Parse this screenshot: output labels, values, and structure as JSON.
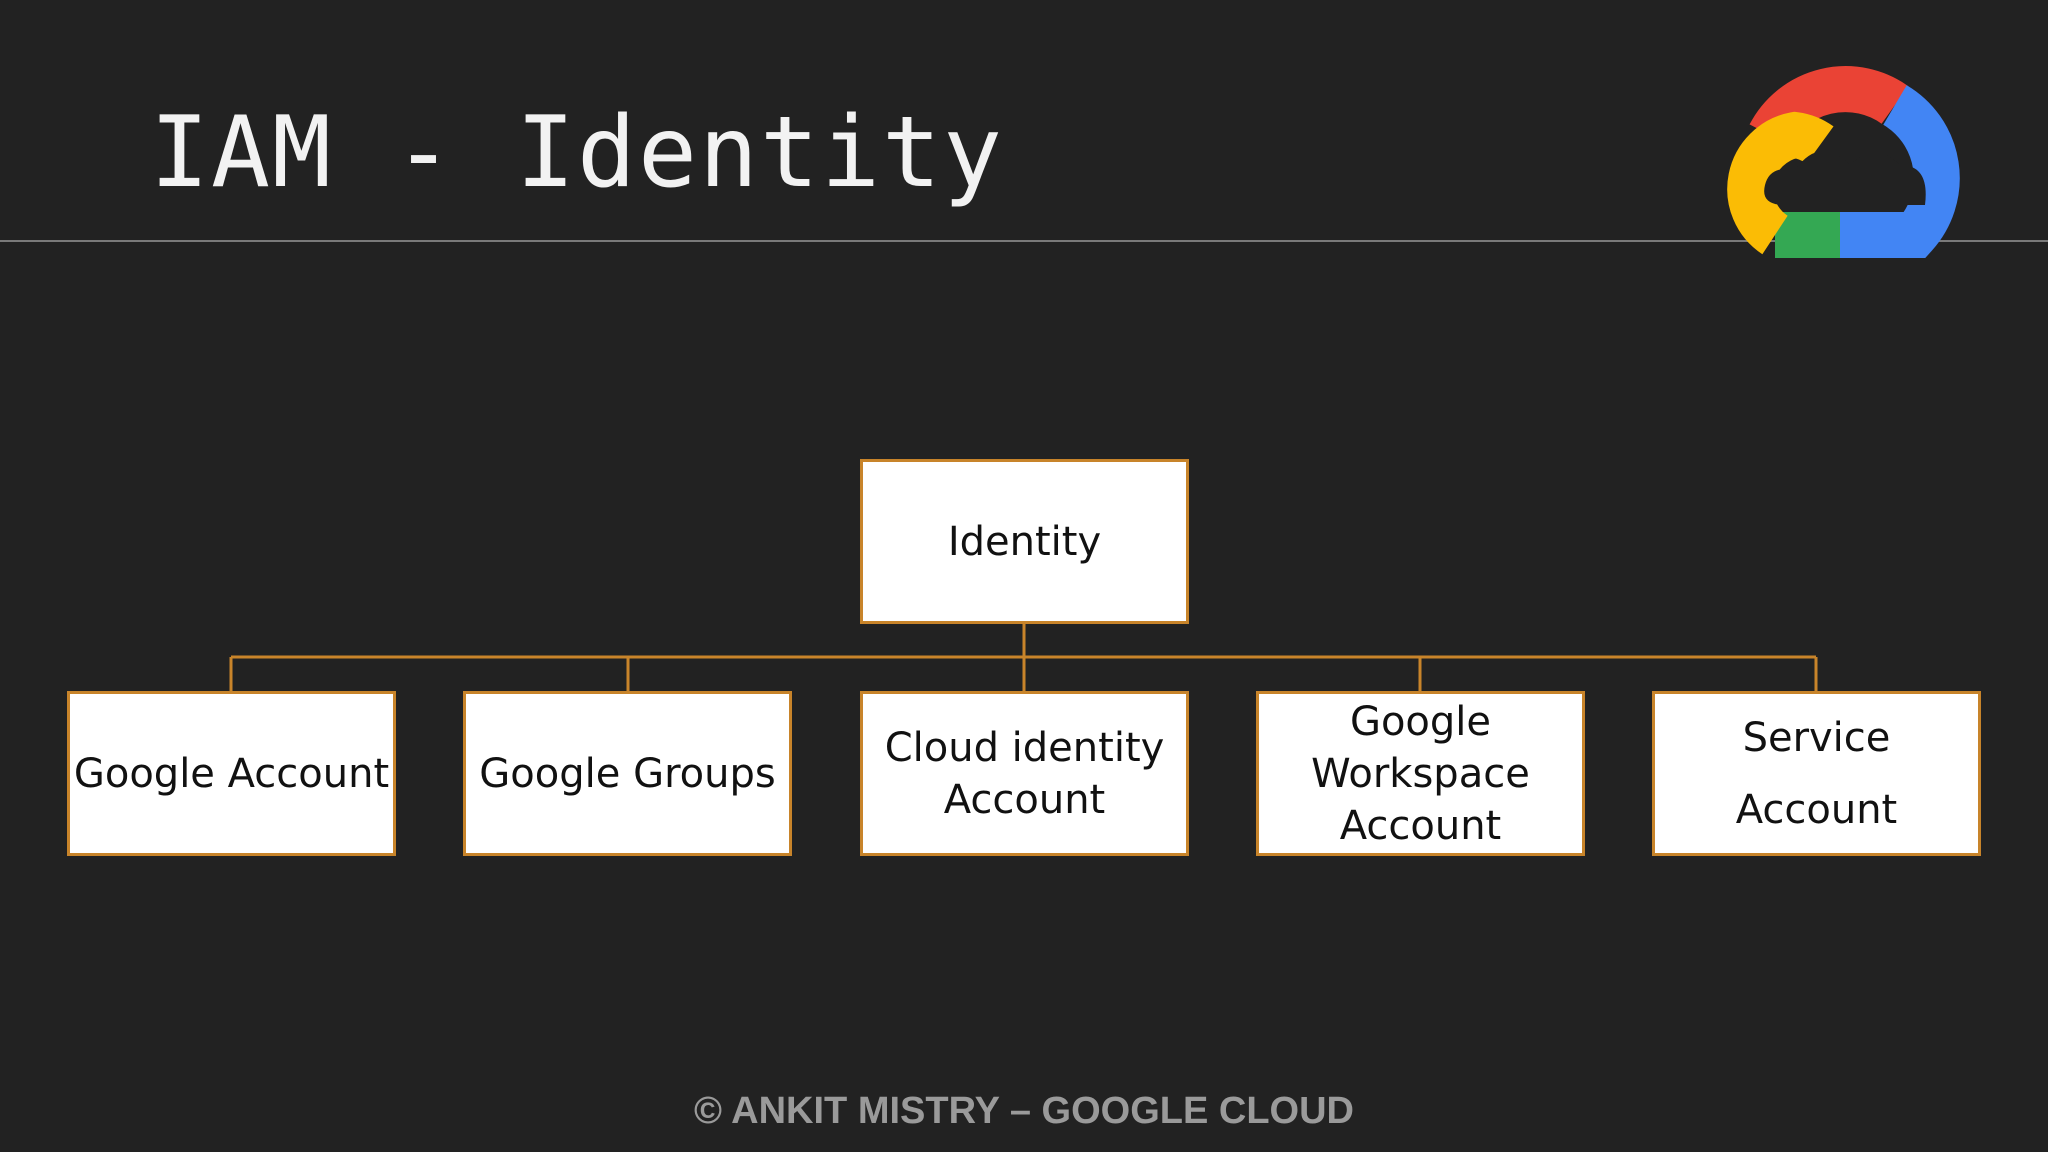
{
  "slide": {
    "title": "IAM - Identity",
    "footer": "© ANKIT MISTRY – GOOGLE CLOUD"
  },
  "logo": {
    "icon": "google-cloud-logo-icon",
    "colors": {
      "red": "#EA4335",
      "blue": "#4285F4",
      "yellow": "#FBBC05",
      "green": "#34A853"
    }
  },
  "diagram": {
    "root": {
      "label": "Identity"
    },
    "children": [
      {
        "label": "Google Account"
      },
      {
        "label": "Google Groups"
      },
      {
        "label": "Cloud identity\nAccount"
      },
      {
        "label": "Google\nWorkspace\nAccount"
      },
      {
        "label": "Service\nAccount"
      }
    ],
    "connector_color": "#c8842a"
  }
}
